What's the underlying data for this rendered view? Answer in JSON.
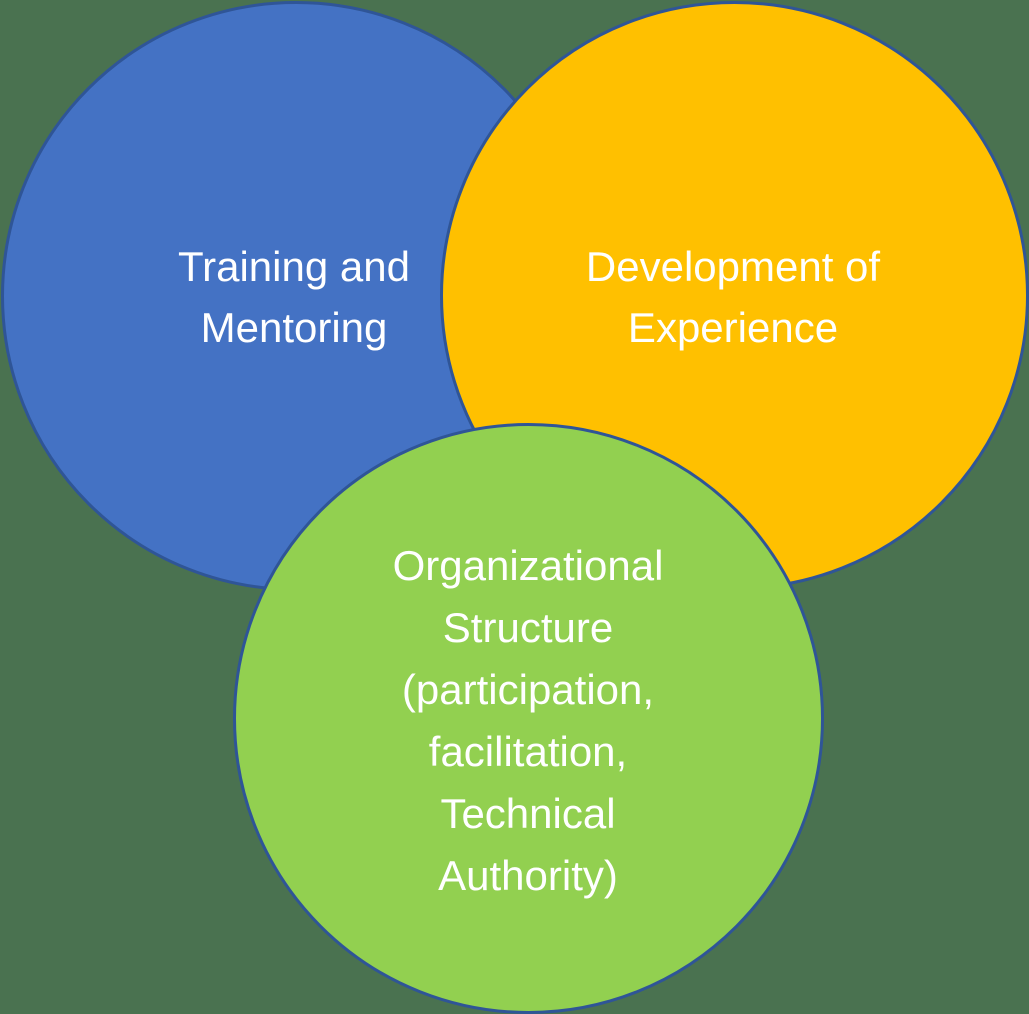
{
  "diagram": {
    "type": "venn",
    "background_color": "#4a7250",
    "outline_color": "#2f5597",
    "text_color": "#ffffff",
    "circles": [
      {
        "id": "training",
        "fill": "#4472c4",
        "lines": [
          "Training and",
          "Mentoring"
        ]
      },
      {
        "id": "experience",
        "fill": "#ffc000",
        "lines": [
          "Development of",
          "Experience"
        ]
      },
      {
        "id": "organization",
        "fill": "#92d050",
        "lines": [
          "Organizational",
          "Structure",
          "(participation,",
          "facilitation,",
          "Technical",
          "Authority)"
        ]
      }
    ]
  }
}
